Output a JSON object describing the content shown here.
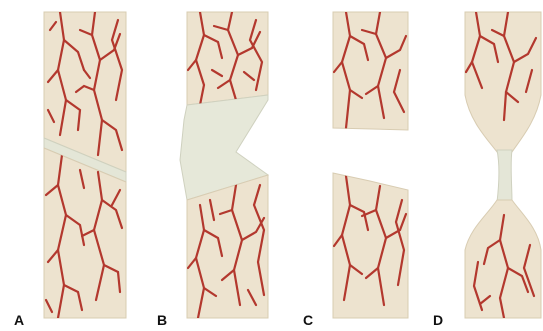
{
  "figure": {
    "panels": [
      {
        "id": "A",
        "label": "A",
        "depicts": "bone-segment-with-oblique-thin-gap"
      },
      {
        "id": "B",
        "label": "B",
        "depicts": "bone-segment-with-wedge-shaped-gap"
      },
      {
        "id": "C",
        "label": "C",
        "depicts": "bone-segments-separated-by-wide-gap"
      },
      {
        "id": "D",
        "label": "D",
        "depicts": "bone-ends-tapered-joined-by-narrow-neck"
      }
    ],
    "colors": {
      "bone": "#ede3cf",
      "bone_edge": "#d8ccb2",
      "gap_tissue": "#e4e6d7",
      "vessel": "#b3382e",
      "vessel_dark": "#8f2a22",
      "background": "#ffffff"
    }
  }
}
